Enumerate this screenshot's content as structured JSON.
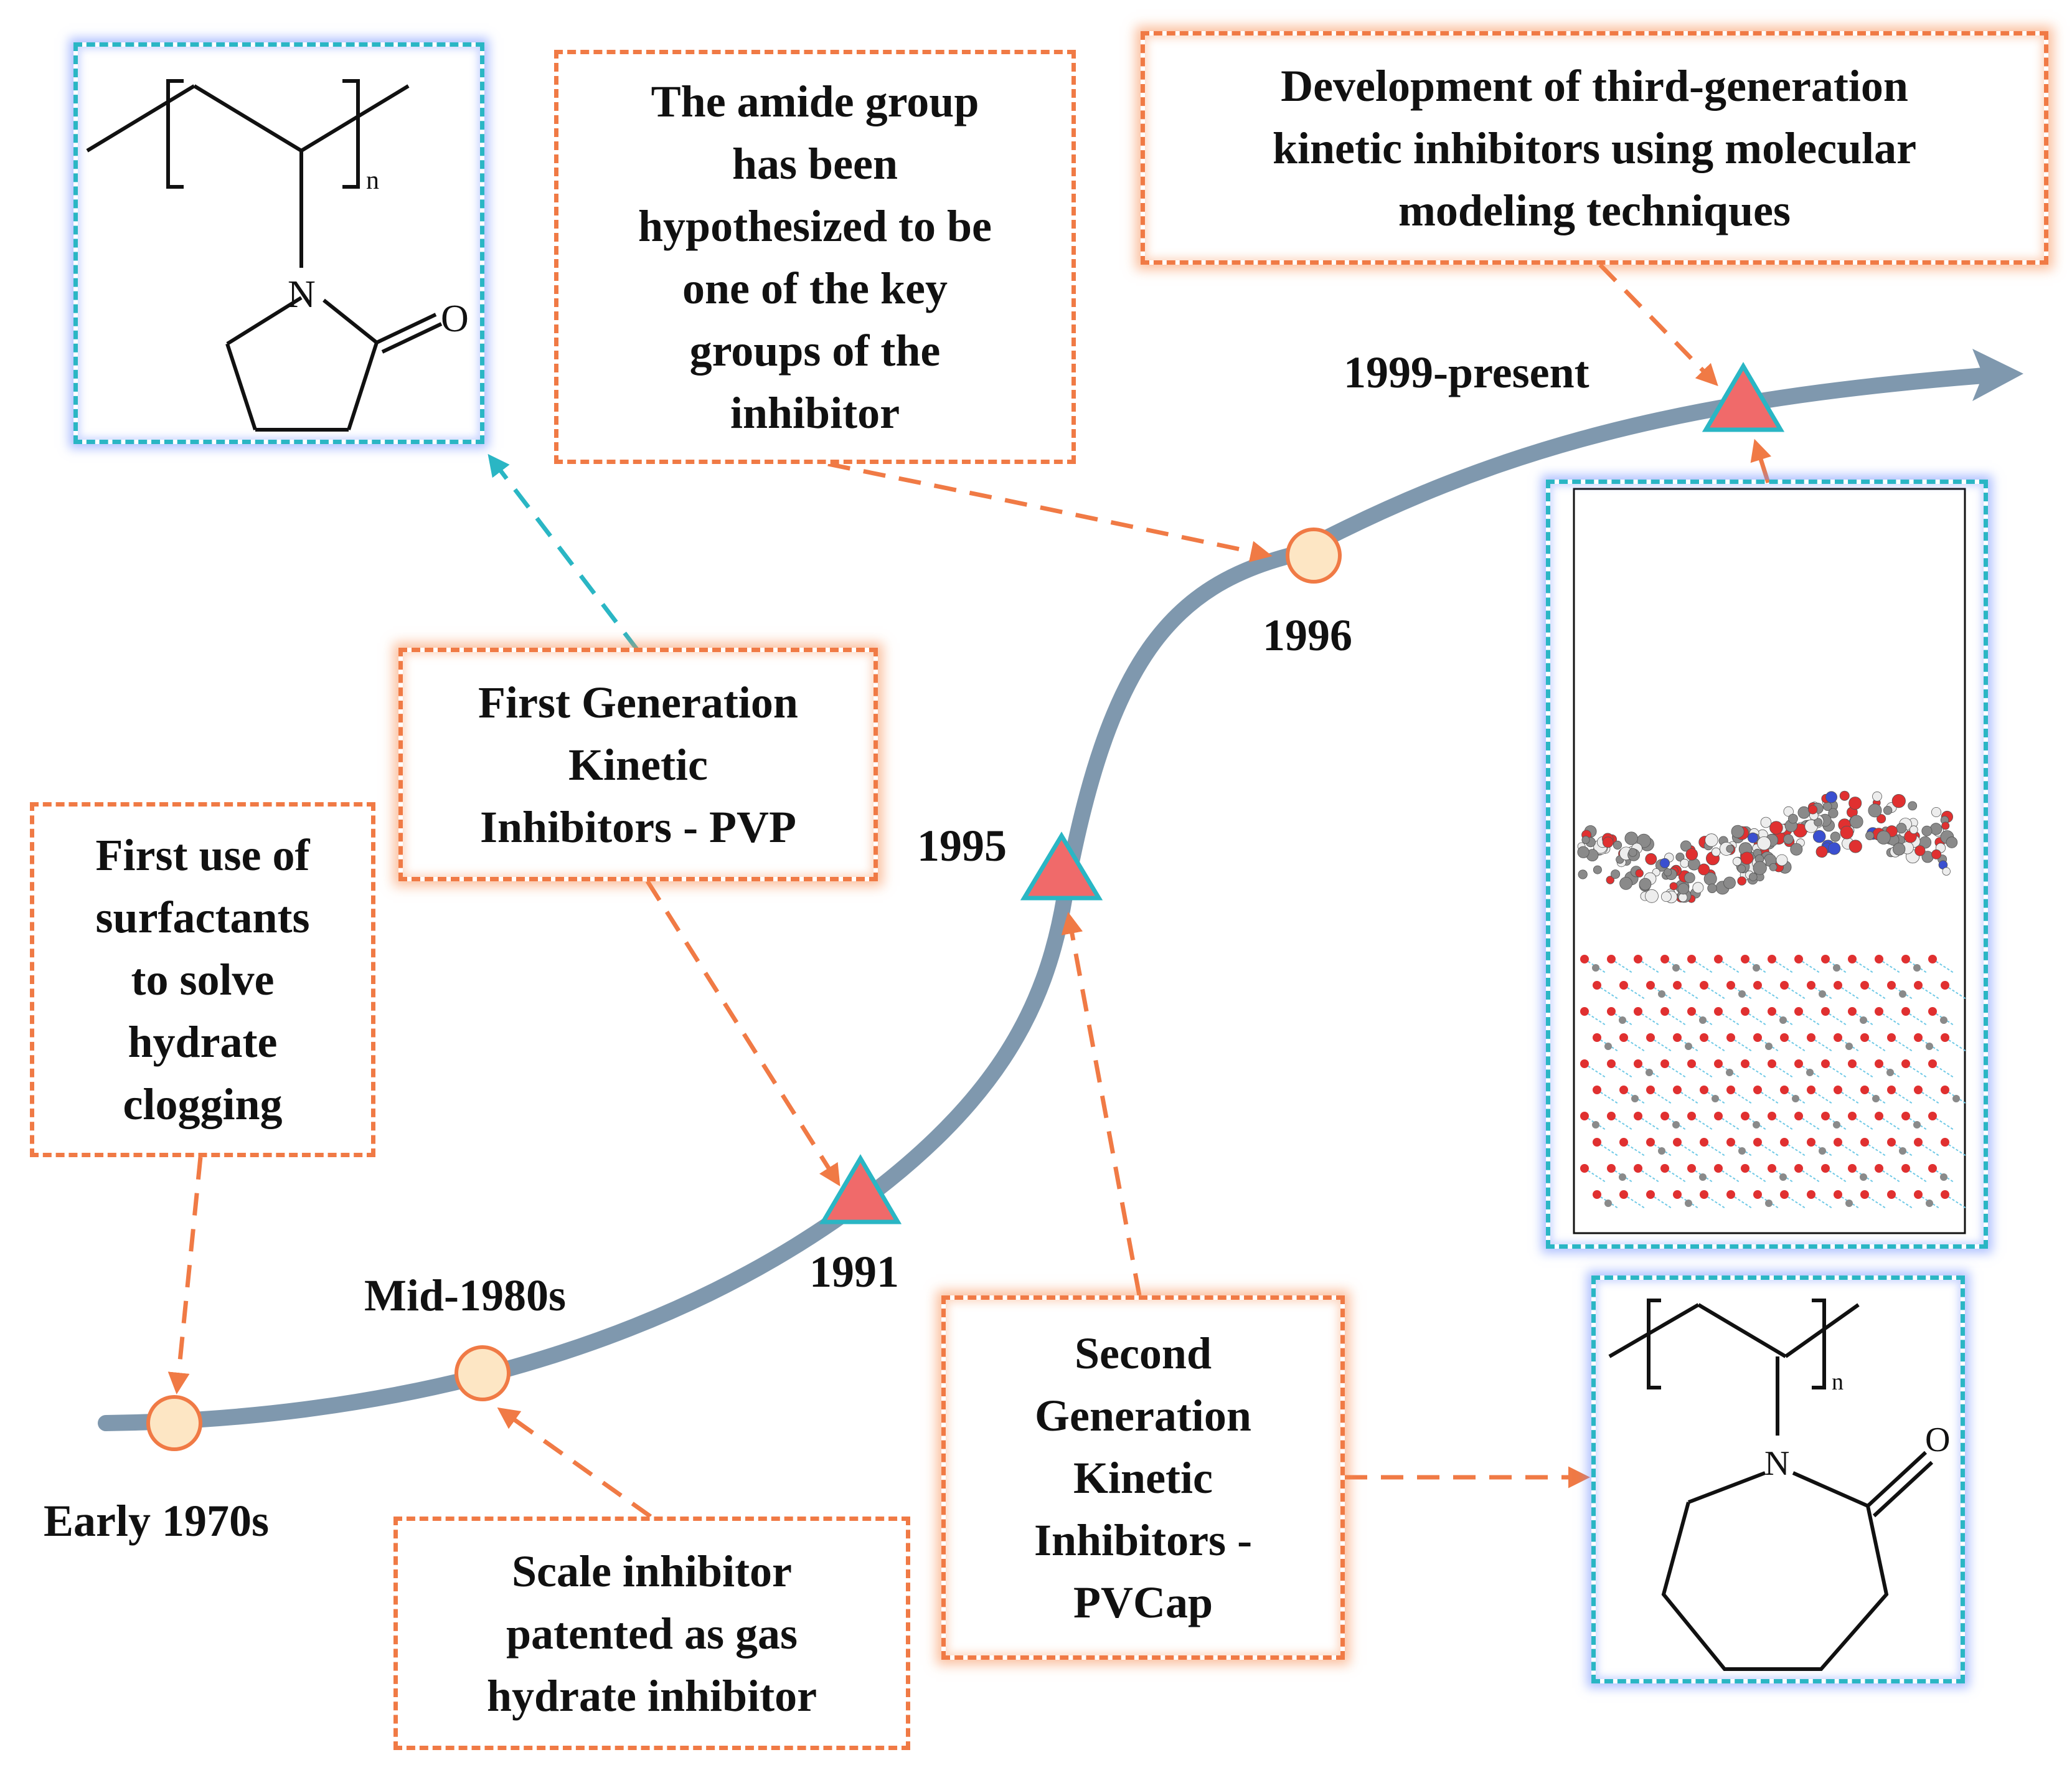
{
  "boxes": {
    "first_use": [
      "First use of",
      "surfactants",
      "to solve",
      "hydrate",
      "clogging"
    ],
    "first_gen": [
      "First Generation",
      "Kinetic",
      "Inhibitors - PVP"
    ],
    "amide": [
      "The amide group",
      "has been",
      "hypothesized to be",
      "one of the key",
      "groups of the",
      "inhibitor"
    ],
    "third_gen": [
      "Development of third-generation",
      "kinetic inhibitors using molecular",
      "modeling techniques"
    ],
    "scale": [
      "Scale inhibitor",
      "patented as gas",
      "hydrate inhibitor"
    ],
    "second_gen": [
      "Second",
      "Generation",
      "Kinetic",
      "Inhibitors -",
      "PVCap"
    ]
  },
  "timeline_labels": {
    "early_1970s": "Early 1970s",
    "mid_1980s": "Mid-1980s",
    "y1991": "1991",
    "y1995": "1995",
    "y1996": "1996",
    "y1999": "1999-present"
  },
  "chem": {
    "subscript": "n",
    "nitrogen": "N",
    "oxygen": "O"
  },
  "colors": {
    "timeline": "#7F98AE",
    "orange": "#F07A45",
    "teal": "#2AB6C4",
    "circle_fill": "#FDE6C4",
    "triangle_fill": "#F06A6A"
  }
}
